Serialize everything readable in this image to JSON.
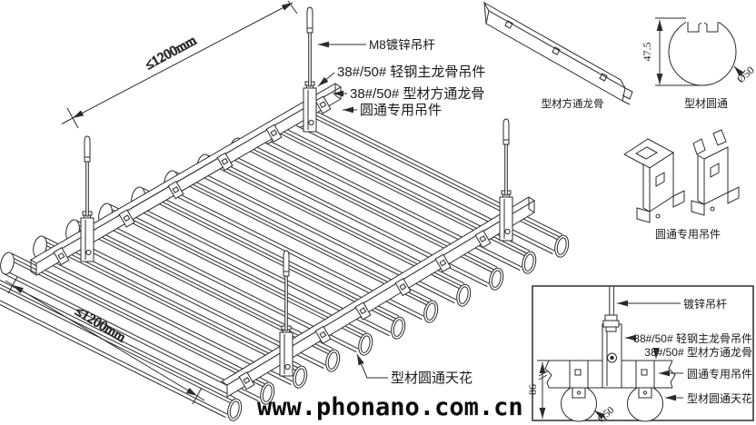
{
  "watermark": "www.phonano.com.cn",
  "main_view": {
    "dim_top": "≤1200mm",
    "dim_bottom": "≤1200mm",
    "labels": {
      "rod": "M8镀锌吊杆",
      "main_hanger": "38#/50# 轻钢主龙骨吊件",
      "carrier": "38#/50# 型材方通龙骨",
      "tube_clip": "圆通专用吊件",
      "ceiling": "型材圆通天花"
    }
  },
  "components": {
    "square_carrier": {
      "label": "型材方通龙骨"
    },
    "round_tube": {
      "label": "型材圆通",
      "height": "47.5",
      "diameter": "Ø50"
    },
    "tube_clip": {
      "label": "圆通专用吊件"
    }
  },
  "detail": {
    "labels": {
      "rod": "镀锌吊杆",
      "main_hanger": "38#/50# 轻钢主龙骨吊件",
      "carrier": "38#/50# 型材方通龙骨",
      "tube_clip": "圆通专用吊件",
      "ceiling": "型材圆通天花"
    },
    "dims": {
      "height": "86",
      "diameter": "Ø50"
    }
  },
  "colors": {
    "line": "#2b2b2b",
    "background": "#ffffff",
    "text": "#1a1a1a"
  }
}
